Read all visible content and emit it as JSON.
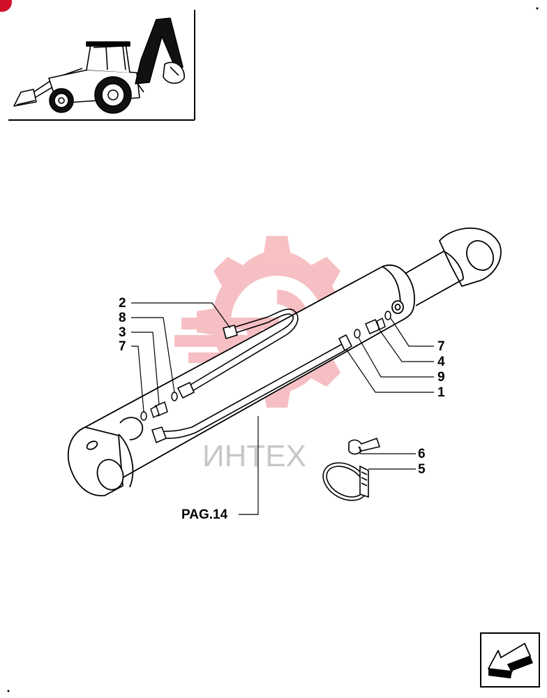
{
  "watermark": {
    "text": "ИНТЕХ",
    "logo_color": "#f6b9bd",
    "text_color": "#c7c7c7"
  },
  "callouts": [
    {
      "id": "2",
      "label": "2"
    },
    {
      "id": "8",
      "label": "8"
    },
    {
      "id": "3",
      "label": "3"
    },
    {
      "id": "7-left",
      "label": "7"
    },
    {
      "id": "7-right",
      "label": "7"
    },
    {
      "id": "4",
      "label": "4"
    },
    {
      "id": "9",
      "label": "9"
    },
    {
      "id": "1",
      "label": "1"
    },
    {
      "id": "6",
      "label": "6"
    },
    {
      "id": "5",
      "label": "5"
    }
  ],
  "page_reference": "PAG.14",
  "corner_badge_color": "#d0102a",
  "icons": {
    "thumbnail": "backhoe-loader-icon",
    "navigation": "next-page-arrow-icon"
  }
}
